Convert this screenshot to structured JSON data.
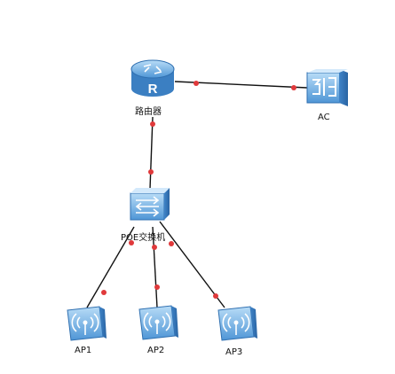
{
  "nodes": {
    "router": {
      "label": "路由器",
      "icon": "router-icon"
    },
    "ac": {
      "label": "AC",
      "icon": "access-controller-icon"
    },
    "poe_switch": {
      "label": "POE交换机",
      "icon": "switch-icon"
    },
    "ap1": {
      "label": "AP1",
      "icon": "wireless-ap-icon"
    },
    "ap2": {
      "label": "AP2",
      "icon": "wireless-ap-icon"
    },
    "ap3": {
      "label": "AP3",
      "icon": "wireless-ap-icon"
    }
  },
  "colors": {
    "device_fill": "#5ea6e0",
    "device_light": "#a9d4f5",
    "device_dark": "#2f6fb0",
    "link": "#111111",
    "port_dot": "#e0393b"
  }
}
